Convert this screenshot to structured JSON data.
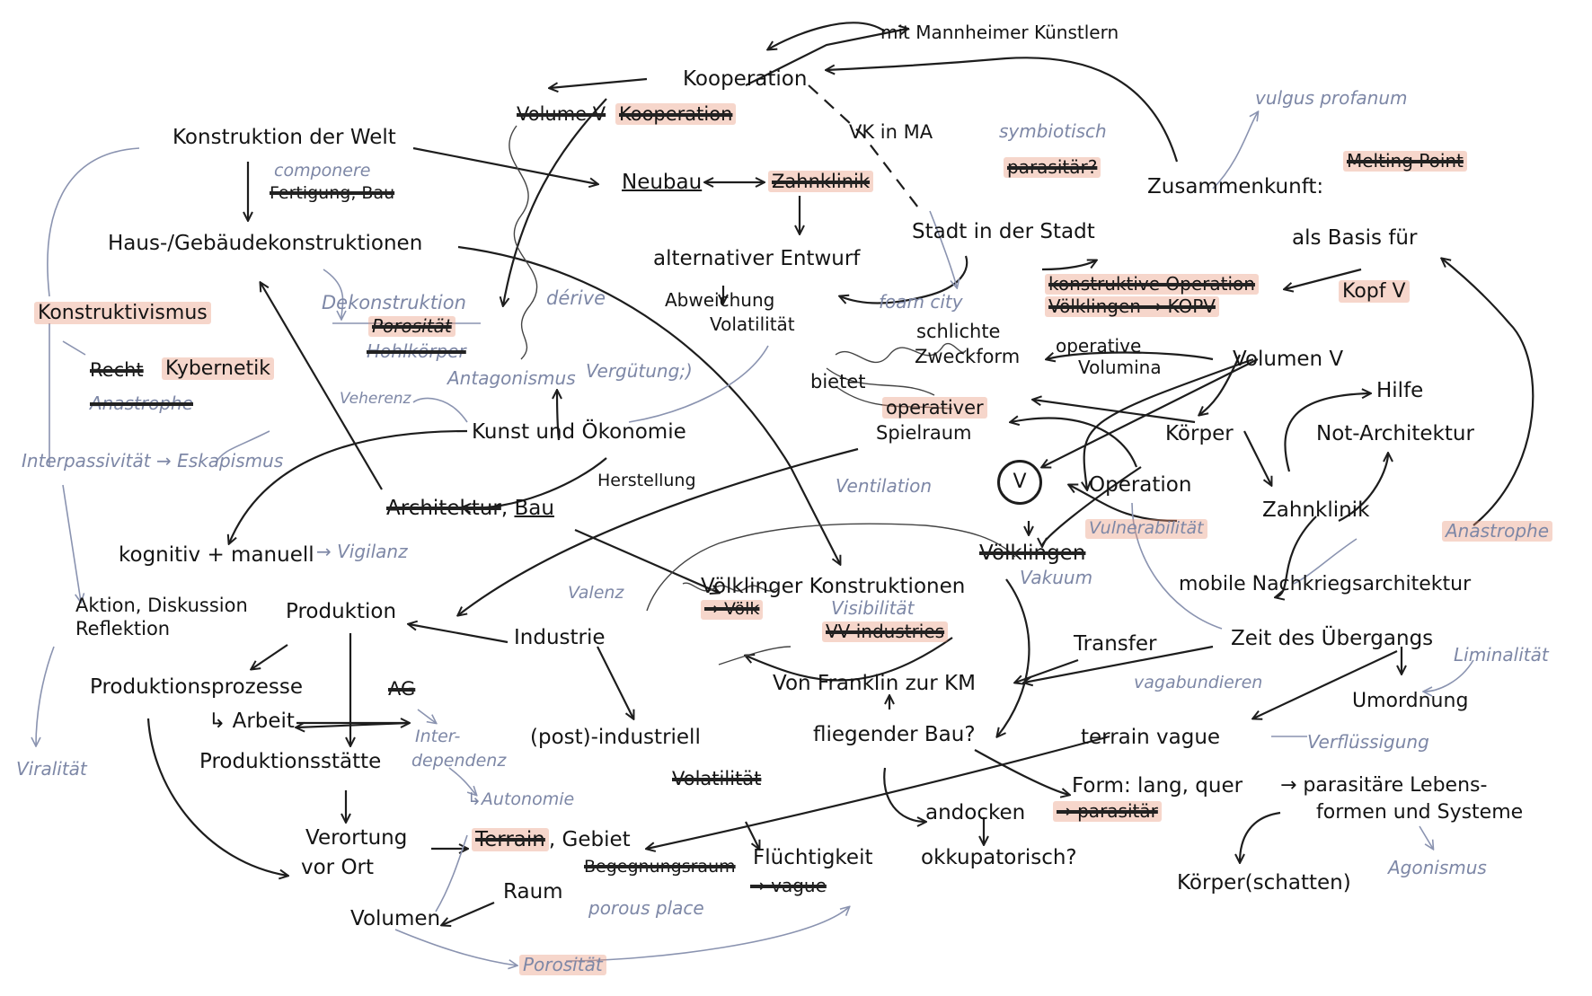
{
  "colors": {
    "ink": "#141414",
    "pencil": "#7d87a6",
    "highlight": "#e89276"
  },
  "nodes": {
    "konstruktion_welt": "Konstruktion der Welt",
    "componere": "componere",
    "fertigung_bau": "Fertigung, Bau",
    "haus_gebaeude": "Haus-/Gebäudekonstruktionen",
    "konstruktivismus": "Konstruktivismus",
    "recht": "Recht",
    "kybernetik": "Kybernetik",
    "anastrophe_left": "Anastrophe",
    "interpassivitaet": "Interpassivität → Eskapismus",
    "kooperation": "Kooperation",
    "volume_v": "Volume V",
    "kooperation_struck": "Kooperation",
    "mannheimer": "mit Mannheimer Künstlern",
    "vk_in_ma": "VK in MA",
    "neubau": "Neubau",
    "zahnklinik_struck": "Zahnklinik",
    "alternativer_entwurf": "alternativer Entwurf",
    "derive": "dérive",
    "abweichung": "Abweichung",
    "volatilitaet_top": "Volatilität",
    "dekonstruktion": "Dekonstruktion",
    "porositaet_struck": "Porosität",
    "hohlkoerper": "Hohlkörper",
    "antagonismus": "Antagonismus",
    "verguetung": "Vergütung;)",
    "veherenz": "Veherenz",
    "kunst_oekonomie": "Kunst und Ökonomie",
    "herstellung": "Herstellung",
    "architektur_struck": "Architektur",
    "bau": "Bau",
    "kognitiv_manuell": "kognitiv + manuell",
    "vigilanz": "→ Vigilanz",
    "aktion": "Aktion, Diskussion",
    "reflektion": "Reflektion",
    "produktion": "Produktion",
    "industrie": "Industrie",
    "valenz": "Valenz",
    "produktionsprozesse": "Produktionsprozesse",
    "arbeit": "↳ Arbeit",
    "ag": "AG",
    "interdependenz": "Inter-",
    "interdependenz2": "dependenz",
    "autonomie": "↳Autonomie",
    "viralitaet": "Viralität",
    "produktionsstaette": "Produktionsstätte",
    "post_industriell": "(post)-industriell",
    "verortung": "Verortung",
    "vor_ort": "vor Ort",
    "terrain_struck": "Terrain",
    "gebiet": ", Gebiet",
    "raum": "Raum",
    "volumen_left": "Volumen",
    "porositaet_bottom": "Porosität",
    "begegnungsraum": "Begegnungsraum",
    "porous_place": "porous place",
    "fluechtigkeit": "Flüchtigkeit",
    "vague_struck": "→ vague",
    "volatilitaet_mid": "Volatilität",
    "fliegender_bau": "fliegender Bau?",
    "andocken": "andocken",
    "parasitaer_struck": "→ parasitär",
    "okkupatorisch": "okkupatorisch?",
    "von_franklin": "Von Franklin zur KM",
    "voelklinger_konstruktionen": "Völklinger Konstruktionen",
    "voelk_struck": "→ Völk",
    "visibilitaet": "Visibilität",
    "vv_industries": "VV industries",
    "ventilation": "Ventilation",
    "voelklingen": "Völklingen",
    "vakuum": "Vakuum",
    "symbiotisch": "symbiotisch",
    "parasitaer_q": "parasitär?",
    "stadt_in_stadt": "Stadt in der Stadt",
    "foam_city": "foam city",
    "schlichte": "schlichte",
    "zweckform": "Zweckform",
    "bietet": "bietet",
    "operativer": "operativer",
    "spielraum": "Spielraum",
    "operative": "operative",
    "volumina": "Volumina",
    "v_circle": "V",
    "operation": "Operation",
    "vulnerabilitaet": "Vulnerabilität",
    "volumen_right": "Volumen V",
    "koerper": "Körper",
    "hilfe": "Hilfe",
    "not_architektur": "Not-Architektur",
    "zahnklinik": "Zahnklinik",
    "anastrophe_right": "Anastrophe",
    "mobile": "mobile Nachkriegsarchitektur",
    "vulgus": "vulgus profanum",
    "zusammenkunft": "Zusammenkunft:",
    "melting_point": "Melting Point",
    "als_basis": "als Basis für",
    "konstruktive_operation": "konstruktive Operation",
    "voelklingen_kopv": "Völklingen → KOPV",
    "kopf": "Kopf V",
    "transfer": "Transfer",
    "vagabundieren": "vagabundieren",
    "zeit_uebergang": "Zeit des Übergangs",
    "liminalitaet": "Liminalität",
    "umordnung": "Umordnung",
    "terrain_vague": "terrain vague",
    "verfluessigung": "Verflüssigung",
    "form": "Form: lang, quer",
    "parasitaere": "→ parasitäre Lebens-",
    "formen": "formen und Systeme",
    "agonismus": "Agonismus",
    "koerper_schatten": "Körper(schatten)"
  }
}
